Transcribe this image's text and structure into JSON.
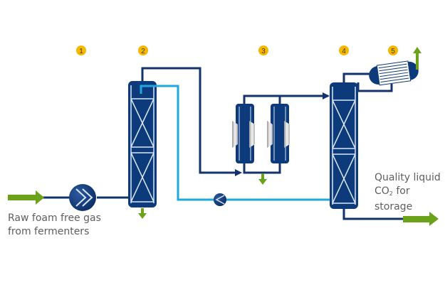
{
  "diagram": {
    "title": "CO2 recovery process flow",
    "steps": [
      {
        "number": "1",
        "name": "compressor"
      },
      {
        "number": "2",
        "name": "scrubber-column"
      },
      {
        "number": "3",
        "name": "dryers"
      },
      {
        "number": "4",
        "name": "distillation-column"
      },
      {
        "number": "5",
        "name": "condenser"
      }
    ],
    "labels": {
      "input": {
        "line1": "Raw foam free gas",
        "line2": "from fermenters"
      },
      "output": {
        "line1": "Quality liquid",
        "line2_main": "CO",
        "line2_sub": "2",
        "line2_rest": " for",
        "line3": "storage"
      }
    },
    "colors": {
      "vessel": "#0d3a7a",
      "pipe_dark": "#12336e",
      "pipe_light": "#1ea7e1",
      "arrow_green": "#6aa31a",
      "badge": "#f5b800",
      "text": "#5e5e5e"
    }
  }
}
